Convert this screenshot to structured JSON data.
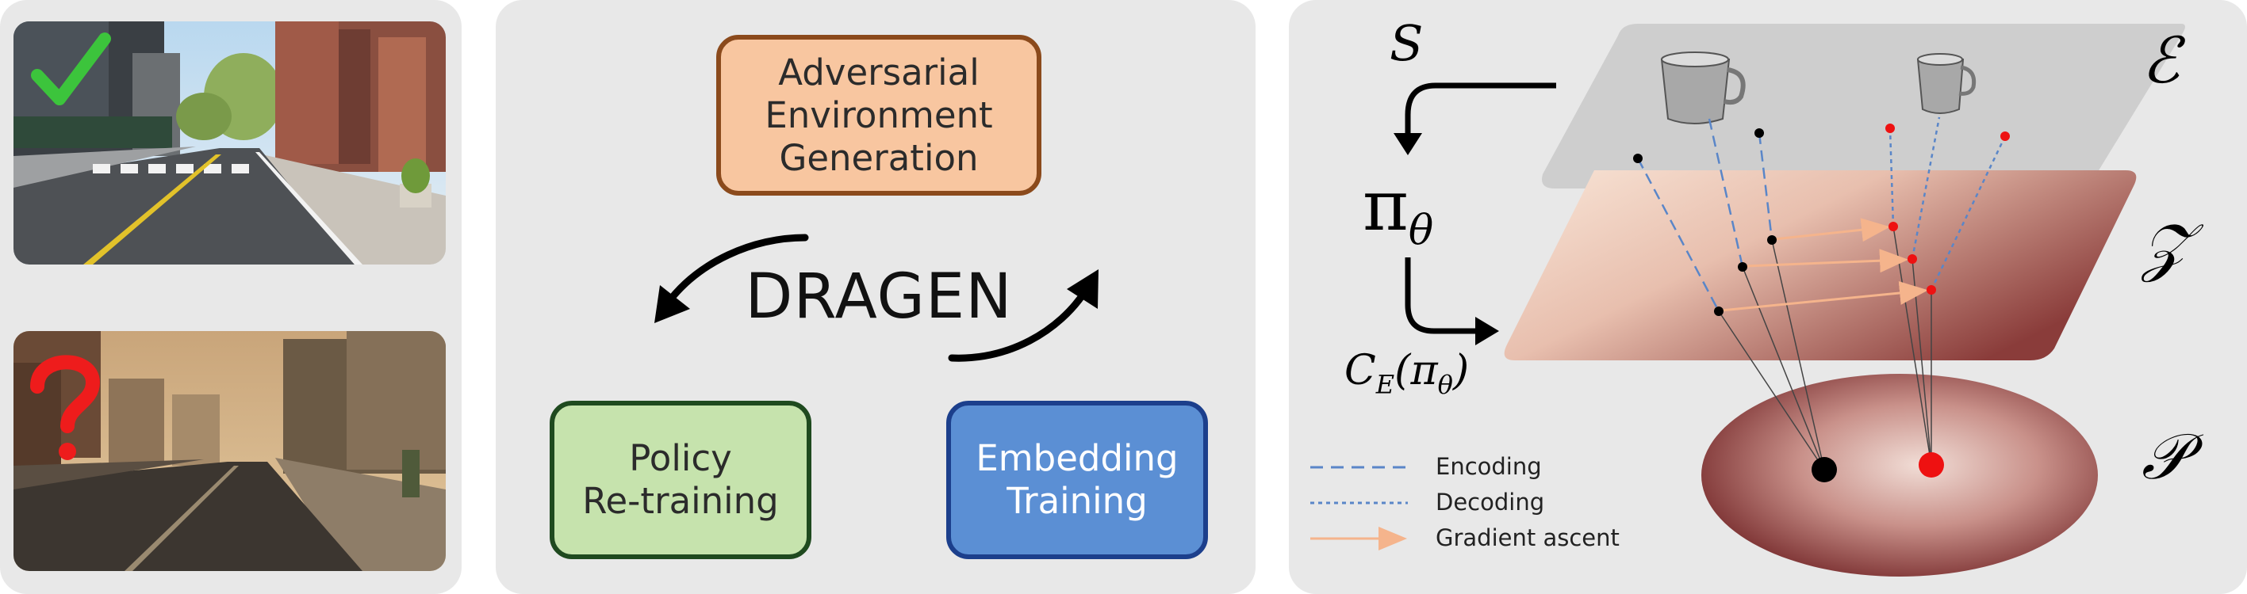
{
  "scenes": {
    "top": {
      "marker": "check-mark",
      "marker_color": "#3cc43c"
    },
    "bottom": {
      "marker": "question-mark",
      "marker_color": "#ee1c1c"
    }
  },
  "cycle": {
    "center_label": "DRAGEN",
    "boxes": {
      "adversarial": {
        "label": "Adversarial\nEnvironment\nGeneration",
        "fill": "#f8c6a0",
        "border": "#8b4a1c"
      },
      "policy": {
        "label": "Policy\nRe-training",
        "fill": "#c6e3ad",
        "border": "#1f4a1f"
      },
      "embedding": {
        "label": "Embedding\nTraining",
        "fill": "#5b8fd4",
        "border": "#1c3f8c"
      }
    }
  },
  "latent": {
    "s_label": "S",
    "pi_label": "π",
    "pi_sub": "θ",
    "cost_label": "C",
    "cost_sub": "E",
    "cost_arg": "(π",
    "cost_arg_sub": "θ",
    "cost_close": ")",
    "spaces": {
      "env": "ℰ",
      "latent": "𝒵",
      "prior": "𝒫"
    },
    "colors": {
      "original": "#000000",
      "adversarial": "#ee1111"
    },
    "legend": {
      "encoding": "Encoding",
      "decoding": "Decoding",
      "gradient": "Gradient ascent"
    },
    "legend_colors": {
      "encoding": "#5a86c8",
      "decoding": "#5a86c8",
      "gradient": "#f5b48c"
    }
  }
}
